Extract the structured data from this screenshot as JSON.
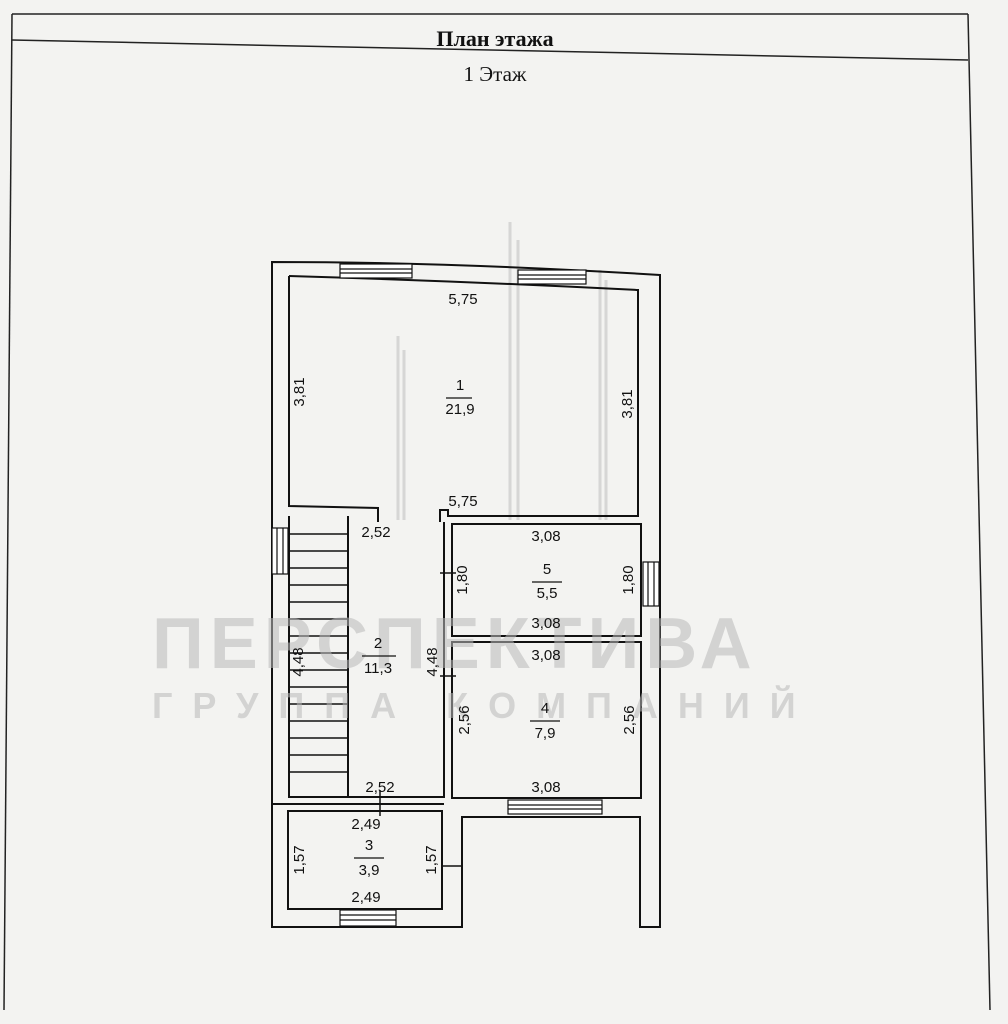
{
  "header": {
    "title": "План этажа",
    "floor": "1 Этаж"
  },
  "watermark": {
    "line1": "ПЕРСПЕКТИВА",
    "line2": "ГРУППА КОМПАНИЙ"
  },
  "rooms": [
    {
      "number": "1",
      "area": "21,9"
    },
    {
      "number": "2",
      "area": "11,3"
    },
    {
      "number": "3",
      "area": "3,9"
    },
    {
      "number": "4",
      "area": "7,9"
    },
    {
      "number": "5",
      "area": "5,5"
    }
  ],
  "dimensions": {
    "room1": {
      "top": "5,75",
      "bottom": "5,75",
      "left": "3,81",
      "right": "3,81"
    },
    "room2": {
      "top": "2,52",
      "bottom": "2,52",
      "left": "4,48",
      "right": "4,48"
    },
    "room3": {
      "top": "2,49",
      "bottom": "2,49",
      "left": "1,57",
      "right": "1,57"
    },
    "room4": {
      "top": "3,08",
      "bottom": "3,08",
      "left": "2,56",
      "right": "2,56"
    },
    "room5": {
      "top": "3,08",
      "bottom": "3,08",
      "left": "1,80",
      "right": "1,80"
    }
  },
  "colors": {
    "ink": "#111111",
    "paper": "#f3f3f1",
    "watermark": "#b9b9b9"
  }
}
